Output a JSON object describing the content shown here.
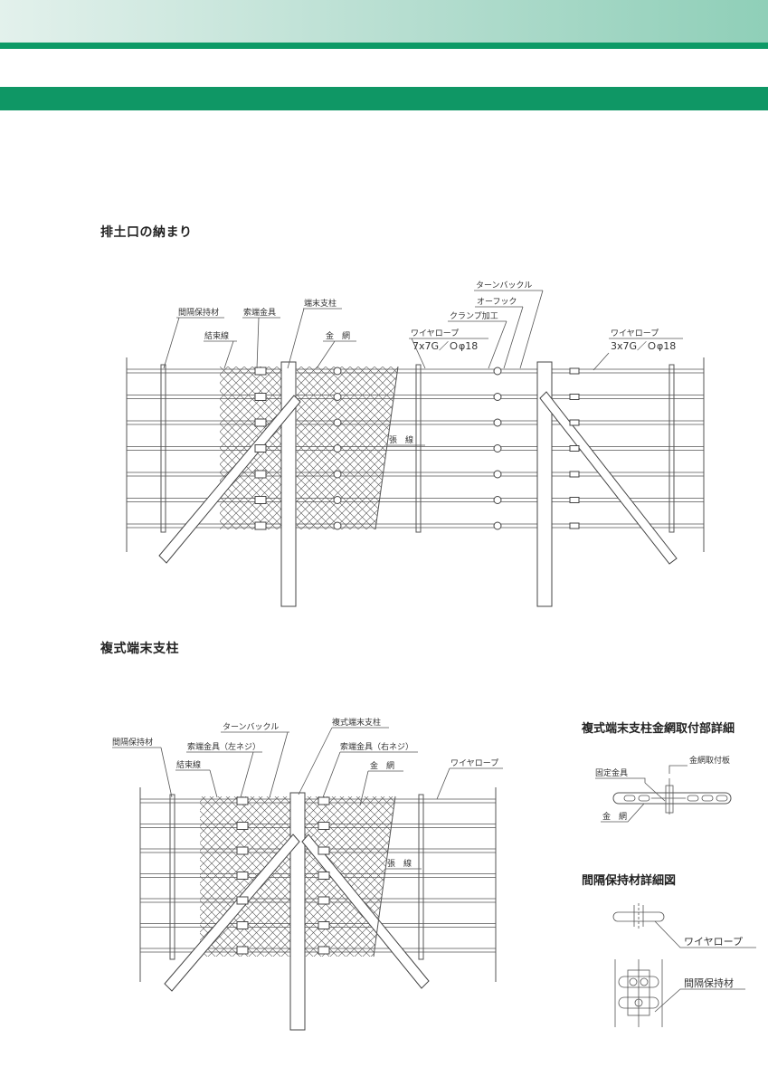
{
  "section1": {
    "heading": "排土口の納まり",
    "labels": {
      "spacer": "間隔保持材",
      "binding_wire": "結束線",
      "rope_end_fitting": "索端金具",
      "end_post": "端末支柱",
      "wire_mesh": "金　網",
      "wire_rope_left": "ワイヤロープ",
      "wire_rope_left_spec": "7x7G／Ｏφ18",
      "clamp": "クランプ加工",
      "o_hook": "オーフック",
      "turnbuckle": "ターンバックル",
      "wire_rope_right": "ワイヤロープ",
      "wire_rope_right_spec": "3x7G／Ｏφ18",
      "tension_wire": "張　線"
    }
  },
  "section2": {
    "heading": "複式端末支柱",
    "labels": {
      "spacer": "間隔保持材",
      "binding_wire": "結束線",
      "rope_end_left": "索端金具（左ネジ）",
      "turnbuckle": "ターンバックル",
      "double_end_post": "複式端末支柱",
      "rope_end_right": "索端金具（右ネジ）",
      "wire_mesh": "金　網",
      "wire_rope": "ワイヤロープ",
      "tension_wire": "張　線"
    }
  },
  "detail1": {
    "title": "複式端末支柱金網取付部詳細",
    "labels": {
      "mesh_plate": "金網取付板",
      "fixing_fitting": "固定金具",
      "wire_mesh": "金　網"
    }
  },
  "detail2": {
    "title": "間隔保持材詳細図",
    "labels": {
      "wire_rope": "ワイヤロープ",
      "spacer": "間隔保持材"
    }
  },
  "colors": {
    "accent_green": "#0f9765",
    "band_light": "#b4ddcf",
    "line": "#555555"
  }
}
